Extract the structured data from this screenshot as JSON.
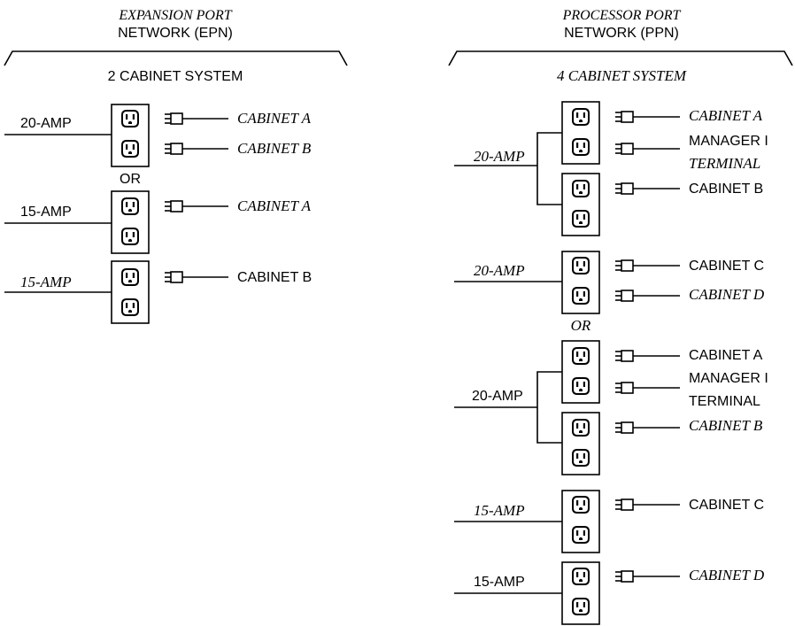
{
  "epn": {
    "title_line1": "EXPANSION PORT",
    "title_line2": "NETWORK (EPN)",
    "system_label": "2 CABINET SYSTEM",
    "circuit_1_label": "20-AMP",
    "circuit_1_target_a": "CABINET A",
    "circuit_1_target_b": "CABINET B",
    "or_label": "OR",
    "circuit_2_label": "15-AMP",
    "circuit_2_target": "CABINET A",
    "circuit_3_label": "15-AMP",
    "circuit_3_target": "CABINET B"
  },
  "ppn": {
    "title_line1": "PROCESSOR PORT",
    "title_line2": "NETWORK (PPN)",
    "system_label": "4 CABINET SYSTEM",
    "option1_circuit_1_label": "20-AMP",
    "option1_target_a": "CABINET A",
    "option1_target_terminal_line1": "MANAGER I",
    "option1_target_terminal_line2": "TERMINAL",
    "option1_target_b": "CABINET B",
    "option1_circuit_2_label": "20-AMP",
    "option1_target_c": "CABINET C",
    "option1_target_d": "CABINET D",
    "or_label": "OR",
    "option2_circuit_1_label": "20-AMP",
    "option2_target_a": "CABINET A",
    "option2_target_terminal_line1": "MANAGER I",
    "option2_target_terminal_line2": "TERMINAL",
    "option2_target_b": "CABINET B",
    "option2_circuit_2_label": "15-AMP",
    "option2_target_c": "CABINET C",
    "option2_circuit_3_label": "15-AMP",
    "option2_target_d": "CABINET D"
  }
}
